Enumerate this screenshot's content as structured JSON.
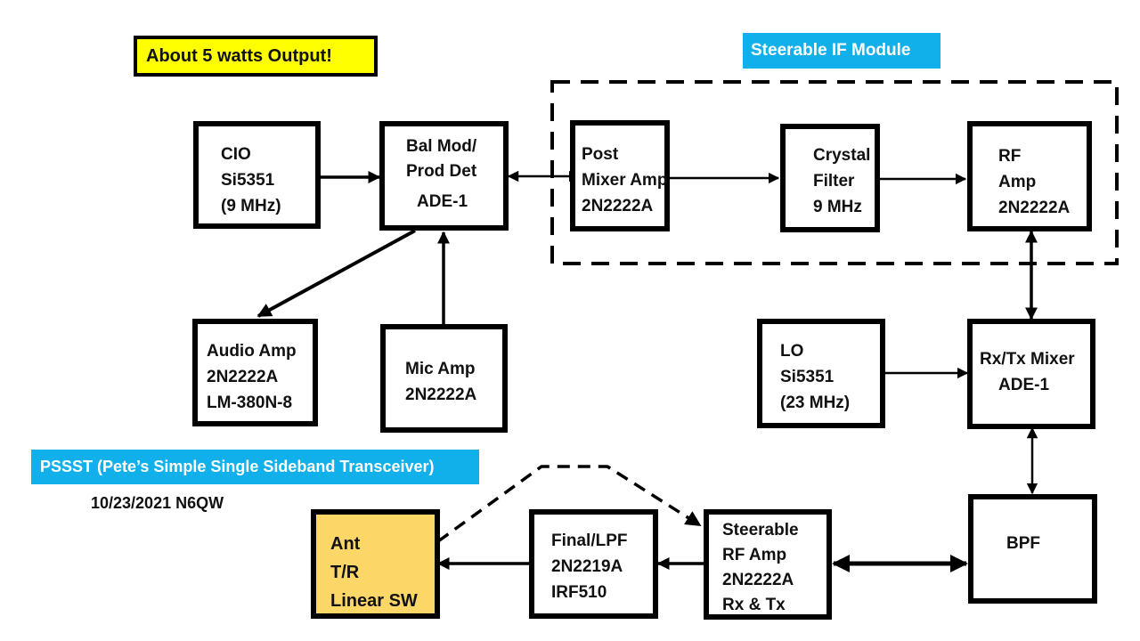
{
  "title_badges": {
    "output_note": "About 5 watts Output!",
    "steerable_module": "Steerable IF Module",
    "project_name": "PSSST (Pete’s Simple Single Sideband Transceiver)",
    "date_callsign": "10/23/2021 N6QW"
  },
  "colors": {
    "badge_yellow": "#ffff00",
    "badge_blue": "#12b0ea",
    "antenna_box": "#fcd667",
    "line": "#000000"
  },
  "blocks": {
    "cio": {
      "lines": [
        "CIO",
        "Si5351",
        "(9 MHz)"
      ]
    },
    "balmod": {
      "lines": [
        "Bal Mod/",
        "Prod Det",
        "ADE-1"
      ]
    },
    "postmixer": {
      "lines": [
        "Post",
        "Mixer Amp",
        "2N2222A"
      ]
    },
    "crystal": {
      "lines": [
        "Crystal",
        "Filter",
        "9 MHz"
      ]
    },
    "rfamp": {
      "lines": [
        "RF",
        "Amp",
        "2N2222A"
      ]
    },
    "audio": {
      "lines": [
        "Audio Amp",
        "2N2222A",
        "LM-380N-8"
      ]
    },
    "mic": {
      "lines": [
        "Mic Amp",
        "2N2222A"
      ]
    },
    "lo": {
      "lines": [
        "LO",
        "Si5351",
        "(23 MHz)"
      ]
    },
    "mixer": {
      "lines": [
        "Rx/Tx Mixer",
        "ADE-1"
      ]
    },
    "bpf": {
      "lines": [
        "BPF"
      ]
    },
    "steerrf": {
      "lines": [
        "Steerable",
        "RF Amp",
        "2N2222A",
        "Rx & Tx"
      ]
    },
    "final": {
      "lines": [
        "Final/LPF",
        "2N2219A",
        "IRF510"
      ]
    },
    "ant": {
      "lines": [
        "Ant",
        "T/R",
        "Linear SW"
      ]
    }
  },
  "connections": [
    {
      "from": "cio",
      "to": "balmod",
      "direction": "forward"
    },
    {
      "from": "balmod",
      "to": "postmixer",
      "direction": "bidirectional"
    },
    {
      "from": "postmixer",
      "to": "crystal",
      "direction": "forward"
    },
    {
      "from": "crystal",
      "to": "rfamp",
      "direction": "forward"
    },
    {
      "from": "rfamp",
      "to": "mixer",
      "direction": "bidirectional"
    },
    {
      "from": "balmod",
      "to": "audio",
      "direction": "forward"
    },
    {
      "from": "mic",
      "to": "balmod",
      "direction": "forward"
    },
    {
      "from": "lo",
      "to": "mixer",
      "direction": "forward"
    },
    {
      "from": "mixer",
      "to": "bpf",
      "direction": "bidirectional"
    },
    {
      "from": "bpf",
      "to": "steerrf",
      "direction": "bidirectional"
    },
    {
      "from": "steerrf",
      "to": "final",
      "direction": "forward"
    },
    {
      "from": "final",
      "to": "ant",
      "direction": "forward"
    },
    {
      "from": "ant",
      "to": "steerrf",
      "direction": "forward",
      "style": "dashed"
    }
  ]
}
